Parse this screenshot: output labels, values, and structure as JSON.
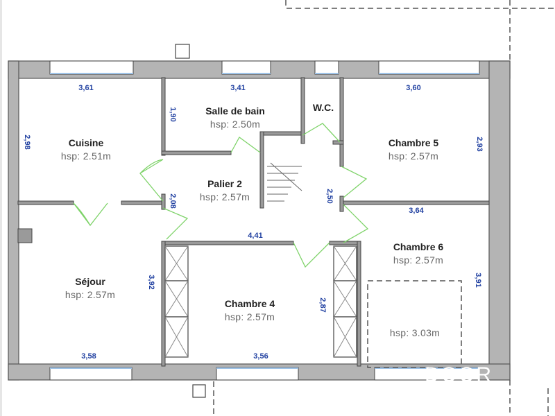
{
  "rooms": [
    {
      "name": "Cuisine",
      "hsp": "hsp: 2.51m"
    },
    {
      "name": "Salle de bain",
      "hsp": "hsp: 2.50m"
    },
    {
      "name": "W.C.",
      "hsp": ""
    },
    {
      "name": "Chambre 5",
      "hsp": "hsp: 2.57m"
    },
    {
      "name": "Palier 2",
      "hsp": "hsp: 2.57m"
    },
    {
      "name": "Séjour",
      "hsp": "hsp: 2.57m"
    },
    {
      "name": "Chambre 4",
      "hsp": "hsp: 2.57m"
    },
    {
      "name": "Chambre 6",
      "hsp": "hsp: 2.57m"
    },
    {
      "name": "",
      "hsp": "hsp: 3.03m"
    }
  ],
  "dimensions": [
    "3,61",
    "3,41",
    "3,60",
    "2,98",
    "1,90",
    "2,93",
    "2,08",
    "2,50",
    "3,64",
    "4,41",
    "3,92",
    "2,87",
    "3,91",
    "3,58",
    "3,56"
  ],
  "watermark": "DOOR",
  "colors": {
    "wall": "#b4b4b4",
    "door": "#7fd36a",
    "dimension": "#1f3fa0",
    "window_glass": "#9ec3e8"
  }
}
